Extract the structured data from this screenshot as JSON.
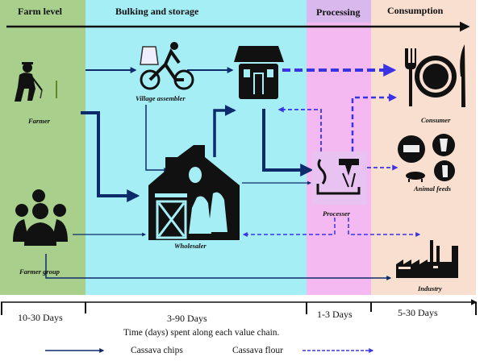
{
  "stages": [
    {
      "label": "Farm level",
      "color": "#a8cf8c"
    },
    {
      "label": "Bulking and storage",
      "color": "#a6eef6"
    },
    {
      "label": "Processing",
      "color": "#f4b9f0"
    },
    {
      "label": "Consumption",
      "color": "#f9dfcf"
    }
  ],
  "actors": {
    "farmer": "Farmer",
    "village_assembler": "Village assembler",
    "retailer": "Retailer",
    "consumer": "Consumer",
    "wholesaler": "Wholesaler",
    "processer": "Processer",
    "animal_feeds": "Animal feeds",
    "farmer_group": "Farmer group",
    "industry": "Industry"
  },
  "timeline": {
    "durations": [
      "10-30 Days",
      "3-90 Days",
      "1-3 Days",
      "5-30 Days"
    ],
    "caption": "Time (days) spent along each value chain."
  },
  "legend": {
    "chips": "Cassava chips",
    "flour": "Cassava flour",
    "chips_color": "#0d2a6b",
    "flour_color": "#3a33e6"
  }
}
